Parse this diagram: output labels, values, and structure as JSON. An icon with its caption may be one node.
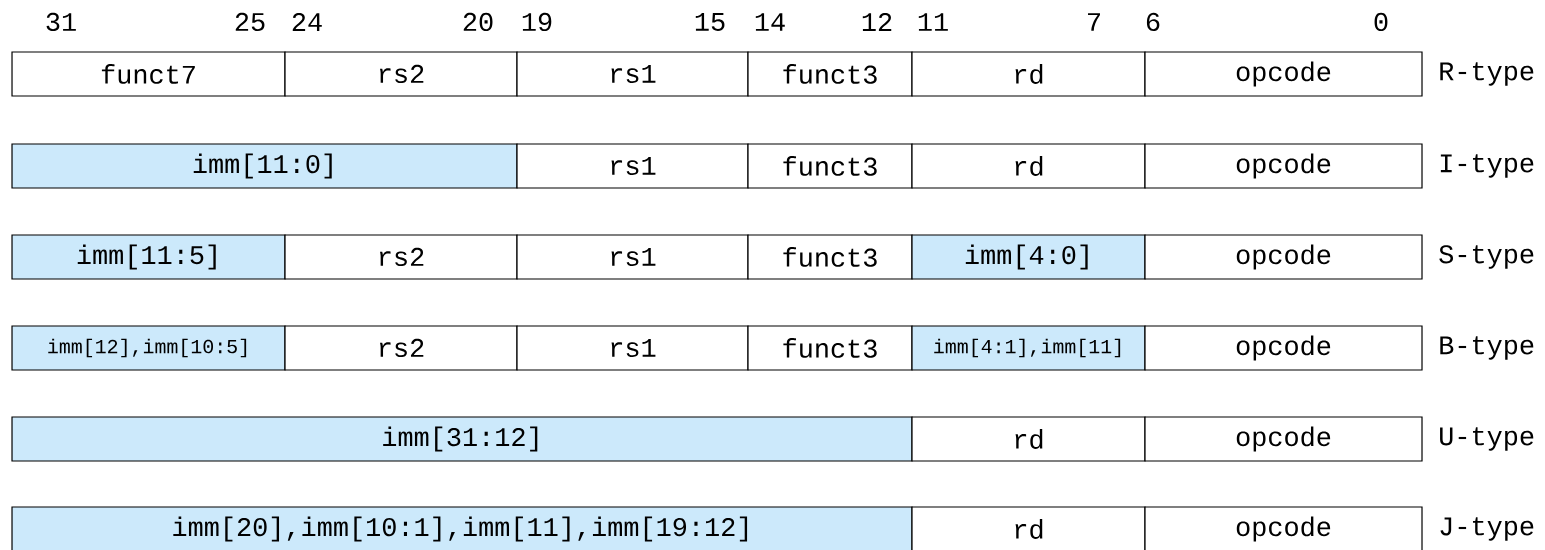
{
  "diagram": {
    "nodes": [
      {
        "text": [
          "funct7"
        ]
      },
      {
        "text": [
          "rs2"
        ]
      },
      {
        "text": [
          "rs1"
        ]
      },
      {
        "text": [
          "funct3"
        ]
      },
      {
        "text": [
          "rd"
        ]
      },
      {
        "text": [
          "opcode"
        ]
      },
      {
        "text": [
          "imm[11:0]"
        ]
      },
      {
        "text": [
          "rs1"
        ]
      },
      {
        "text": [
          "funct3"
        ]
      },
      {
        "text": [
          "rd"
        ]
      },
      {
        "text": [
          "opcode"
        ]
      },
      {
        "text": [
          "imm[11:5]"
        ]
      },
      {
        "text": [
          "rs2"
        ]
      },
      {
        "text": [
          "rs1"
        ]
      },
      {
        "text": [
          "funct3"
        ]
      },
      {
        "text": [
          "imm[4:0]"
        ]
      },
      {
        "text": [
          "opcode"
        ]
      },
      {
        "text": [
          "imm[12],imm[10:5]"
        ]
      },
      {
        "text": [
          "rs2"
        ]
      },
      {
        "text": [
          "rs1"
        ]
      },
      {
        "text": [
          "funct3"
        ]
      },
      {
        "text": [
          "imm[4:1],imm[11]"
        ]
      },
      {
        "text": [
          "opcode"
        ]
      },
      {
        "text": [
          "imm[31:12]"
        ]
      },
      {
        "text": [
          "rd"
        ]
      },
      {
        "text": [
          "opcode"
        ]
      },
      {
        "text": [
          "imm[20],imm[10:1],imm[11],imm[19:12]"
        ]
      },
      {
        "text": [
          "rd"
        ]
      },
      {
        "text": [
          "opcode"
        ]
      }
    ],
    "labels": [
      "31",
      "25",
      "24",
      "20",
      "19",
      "15",
      "14",
      "12",
      "11",
      "7",
      "6",
      "0",
      "R-type",
      "I-type",
      "S-type",
      "B-type",
      "U-type",
      "J-type"
    ]
  }
}
